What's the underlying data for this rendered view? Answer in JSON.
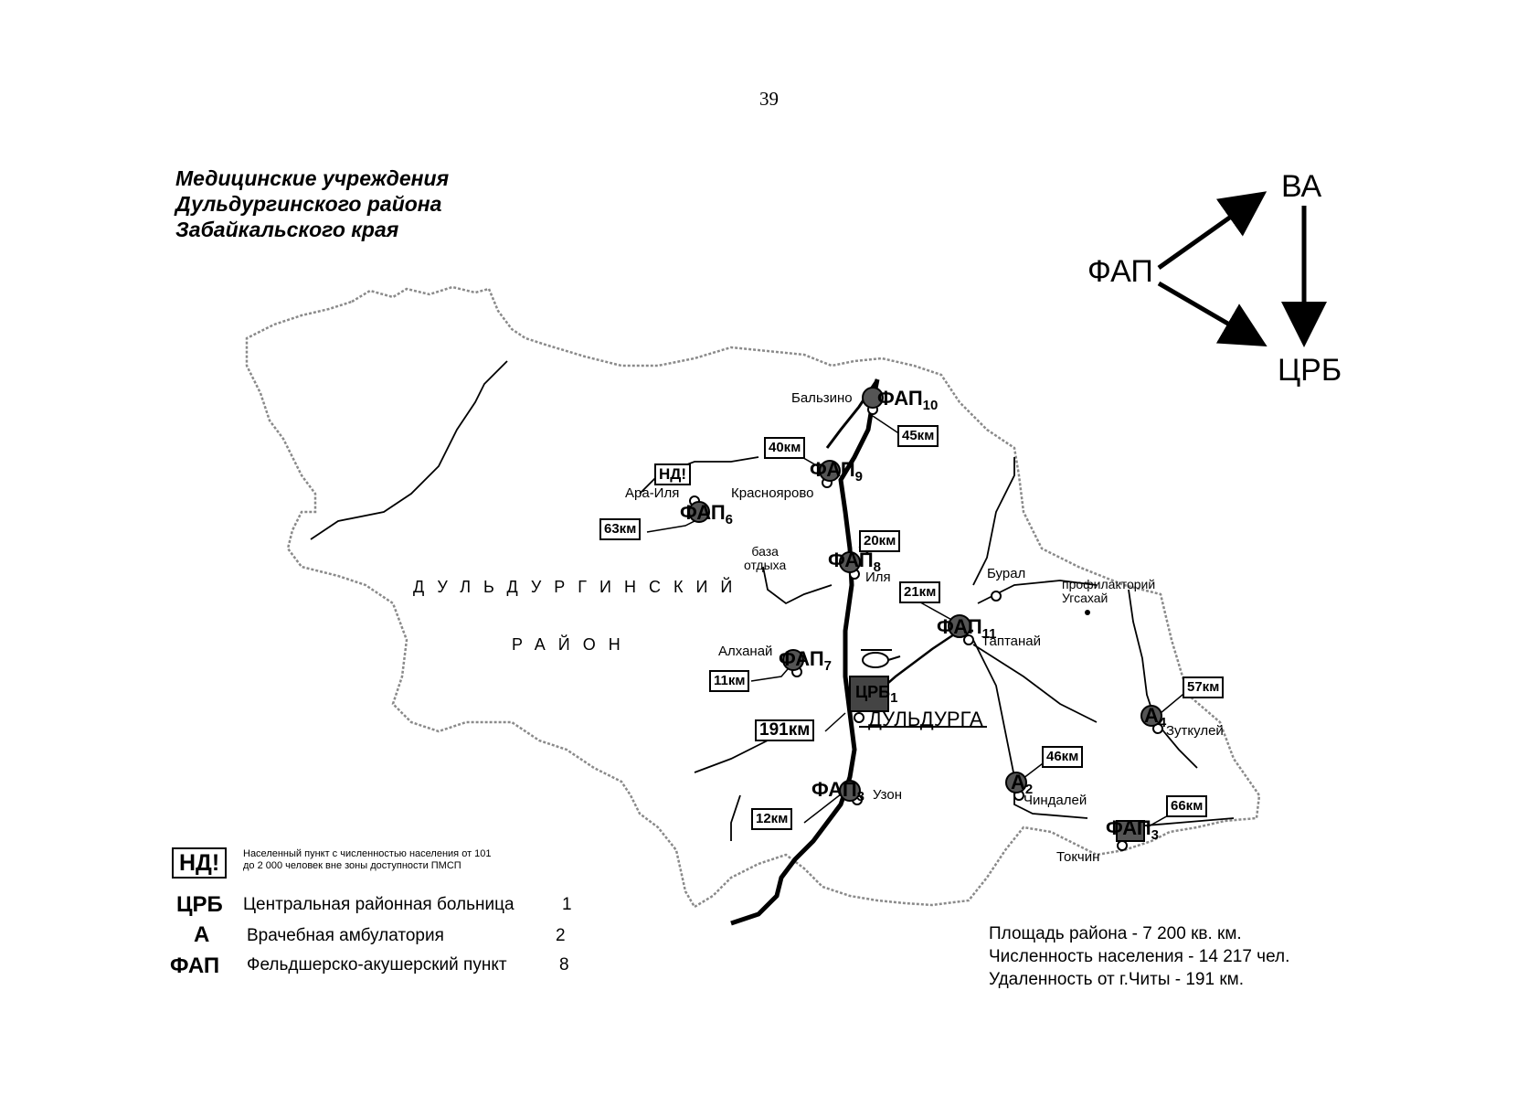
{
  "page_number": "39",
  "title": [
    "Медицинские учреждения",
    "Дульдургинского района",
    "Забайкальского края"
  ],
  "district_name": {
    "line1": "ДУЛЬДУРГИНСКИЙ",
    "line2": "РАЙОН"
  },
  "scheme": {
    "fap": "ФАП",
    "va": "ВА",
    "crb": "ЦРБ"
  },
  "settlements": {
    "balzino": "Бальзино",
    "ara_ilya": "Ара-Иля",
    "krasnoyarovo": "Краснoярово",
    "baza_otdykha": "база\nотдыха",
    "ilya": "Иля",
    "alkhanai": "Алханай",
    "duldurga": "ДУЛЬДУРГА",
    "uzon": "Узон",
    "bural": "Бурал",
    "profilaktory": "профилакторий\nУгсахай",
    "taptanai": "Таптанай",
    "zutkulei": "Зуткулей",
    "chindalei": "Чиндалей",
    "tokchin": "Токчин"
  },
  "facilities": {
    "fap10": {
      "label": "ФАП",
      "num": "10"
    },
    "fap9": {
      "label": "ФАП",
      "num": "9"
    },
    "fap6": {
      "label": "ФАП",
      "num": "6"
    },
    "fap8": {
      "label": "ФАП",
      "num": "8"
    },
    "fap7": {
      "label": "ФАП",
      "num": "7"
    },
    "fap11": {
      "label": "ФАП",
      "num": "11"
    },
    "fap3": {
      "label": "ФАП",
      "num": "3"
    },
    "fap_tokchin": {
      "label": "ФАП",
      "num": "3"
    },
    "a2": {
      "label": "А",
      "num": "2"
    },
    "a4": {
      "label": "А",
      "num": "4"
    },
    "crb1": {
      "label": "ЦРБ",
      "num": "1"
    }
  },
  "distances": {
    "d45": "45км",
    "d40": "40км",
    "d63": "63км",
    "d20": "20км",
    "d21": "21км",
    "d11": "11км",
    "d191": "191км",
    "d12": "12км",
    "d57": "57км",
    "d46": "46км",
    "d66": "66км"
  },
  "nd_marker": "НД!",
  "legend": {
    "nd": {
      "key": "НД!",
      "text": "Населенный пункт с численностью населения от 101\nдо 2 000 человек вне зоны доступности ПМСП"
    },
    "items": [
      {
        "key": "ЦРБ",
        "text": "Центральная районная больница",
        "count": "1"
      },
      {
        "key": "А",
        "text": "Врачебная амбулатория",
        "count": "2"
      },
      {
        "key": "ФАП",
        "text": "Фельдшерско-акушерский пункт",
        "count": "8"
      }
    ]
  },
  "stats": [
    "Площадь района - 7 200 кв. км.",
    "Численность населения - 14 217 чел.",
    "Удаленность от г.Читы - 191 км."
  ]
}
